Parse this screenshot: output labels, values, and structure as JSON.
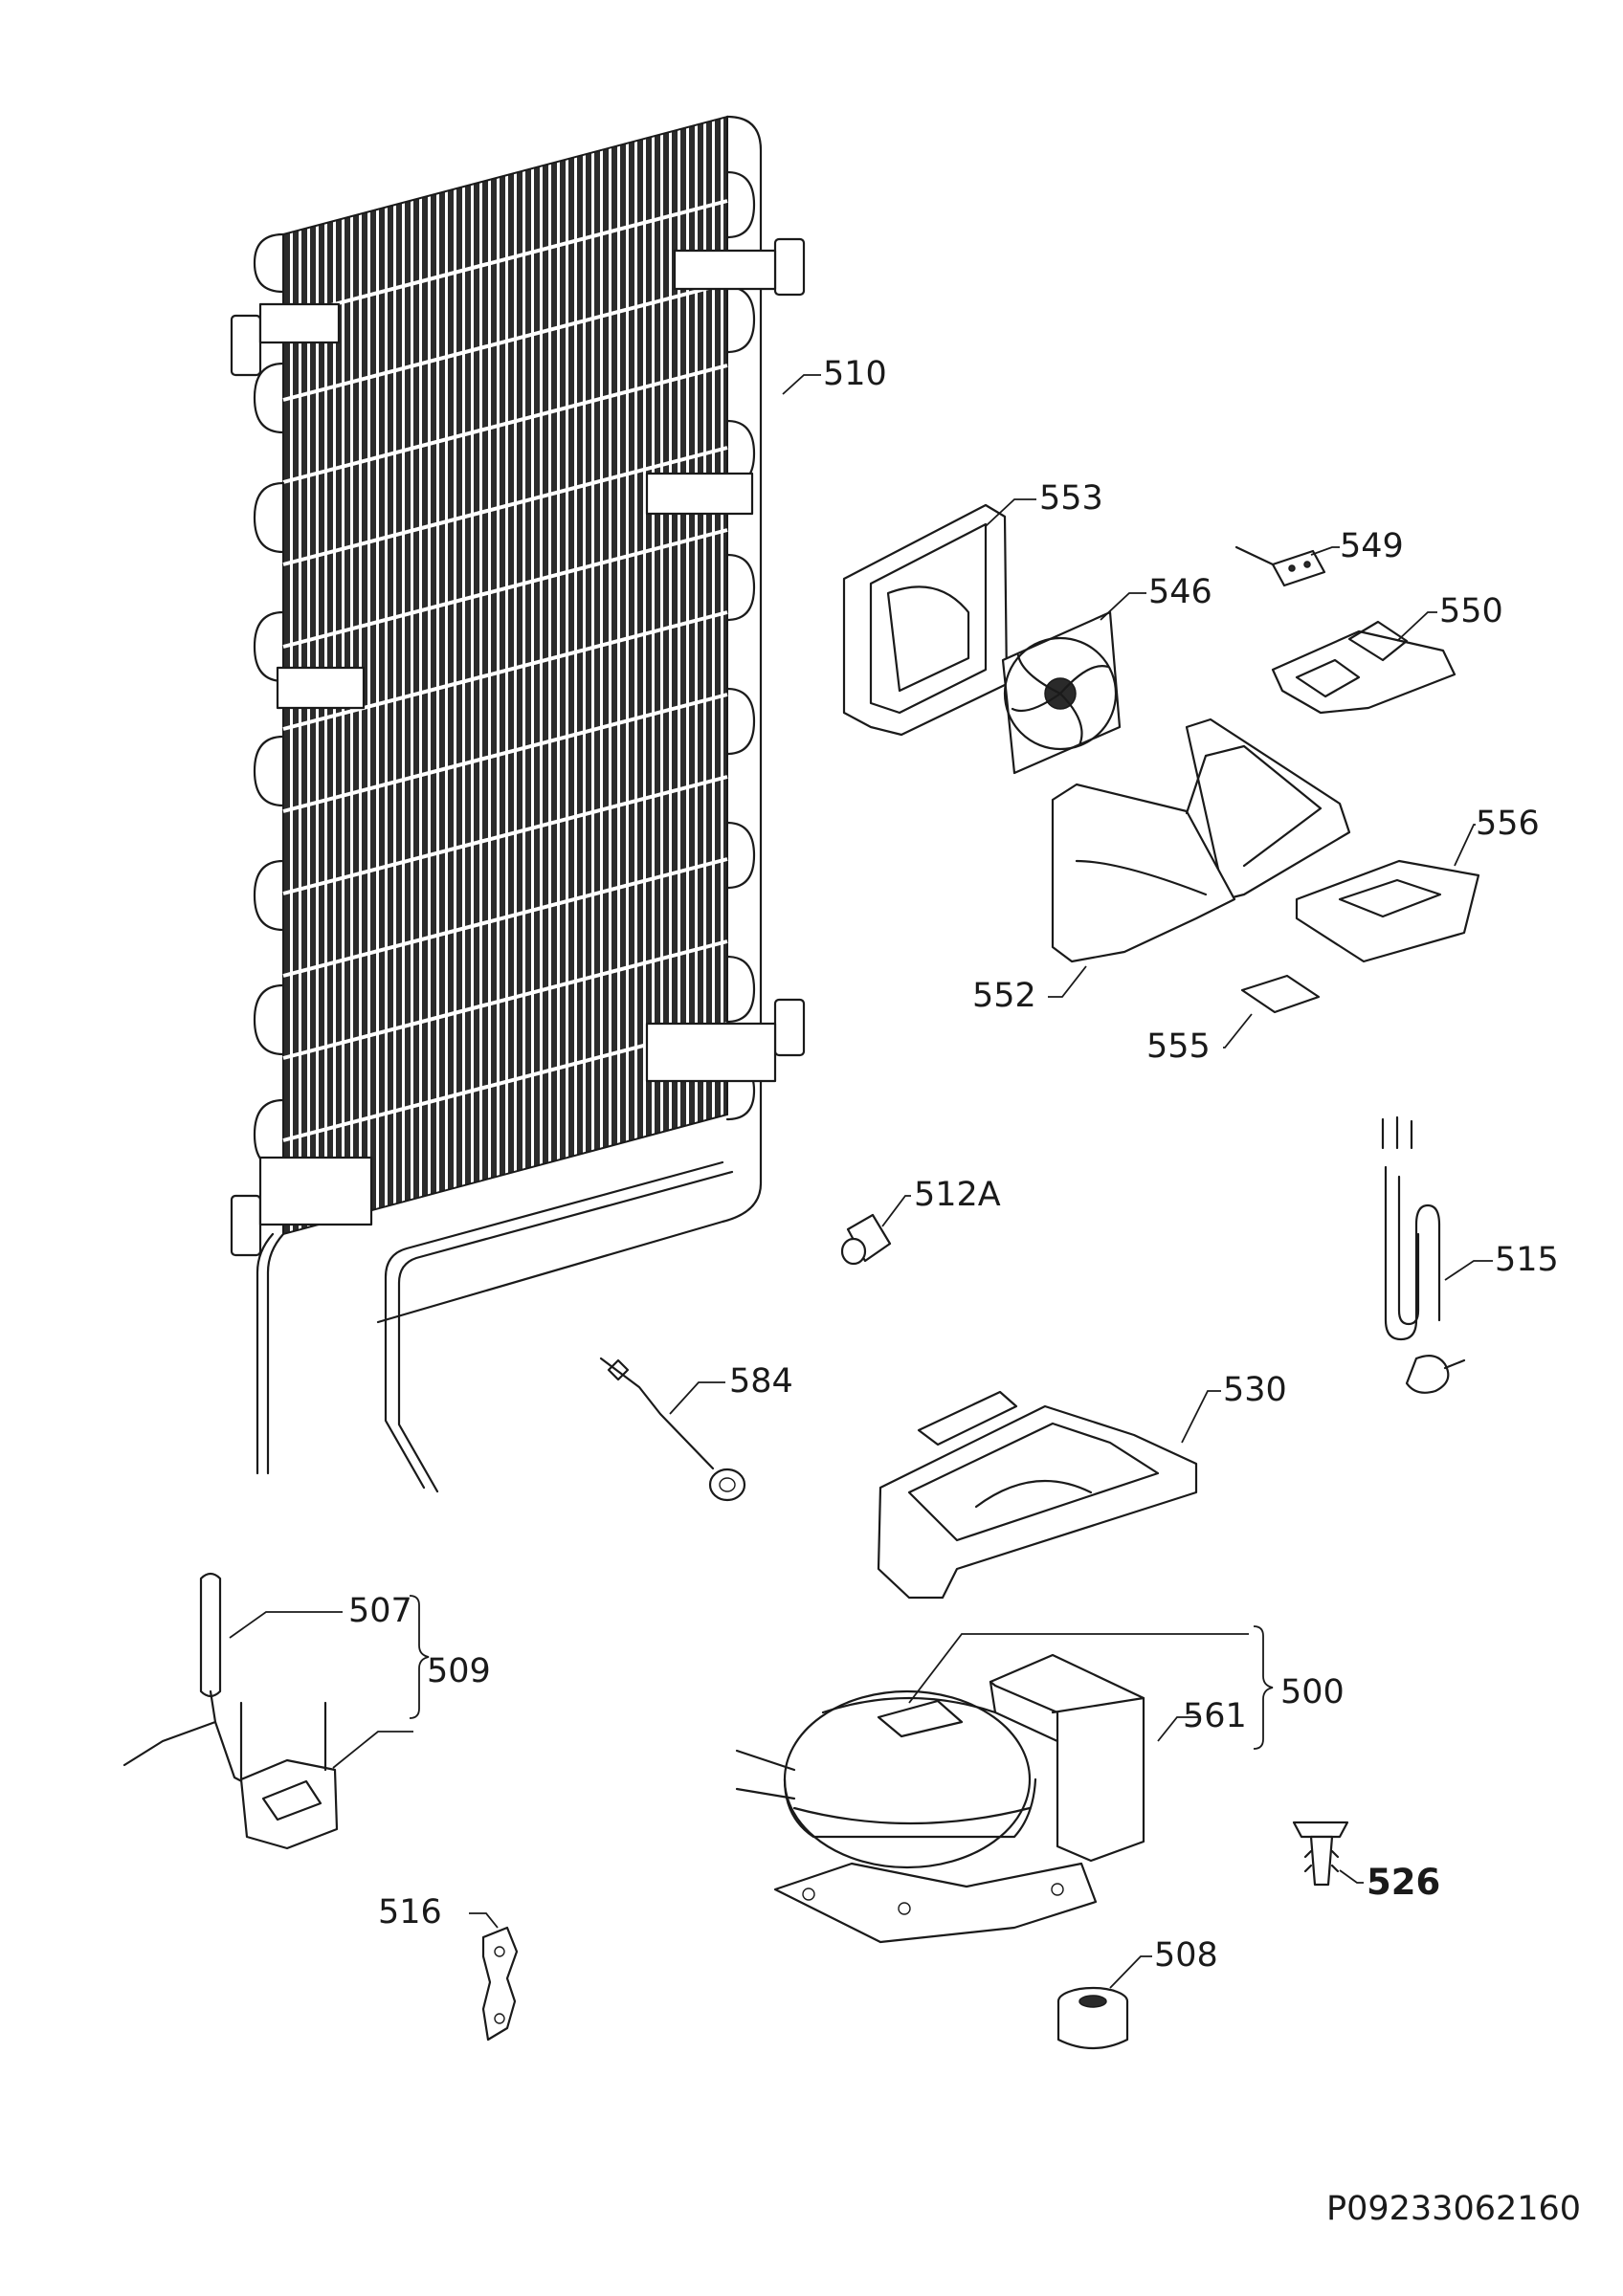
{
  "labels": {
    "p510": "510",
    "p553": "553",
    "p549": "549",
    "p546": "546",
    "p550": "550",
    "p556": "556",
    "p552": "552",
    "p555": "555",
    "p512A": "512A",
    "p515": "515",
    "p584": "584",
    "p530": "530",
    "p507": "507",
    "p509": "509",
    "p500": "500",
    "p561": "561",
    "p526": "526",
    "p516": "516",
    "p508": "508"
  },
  "document_code": "P09233062160"
}
